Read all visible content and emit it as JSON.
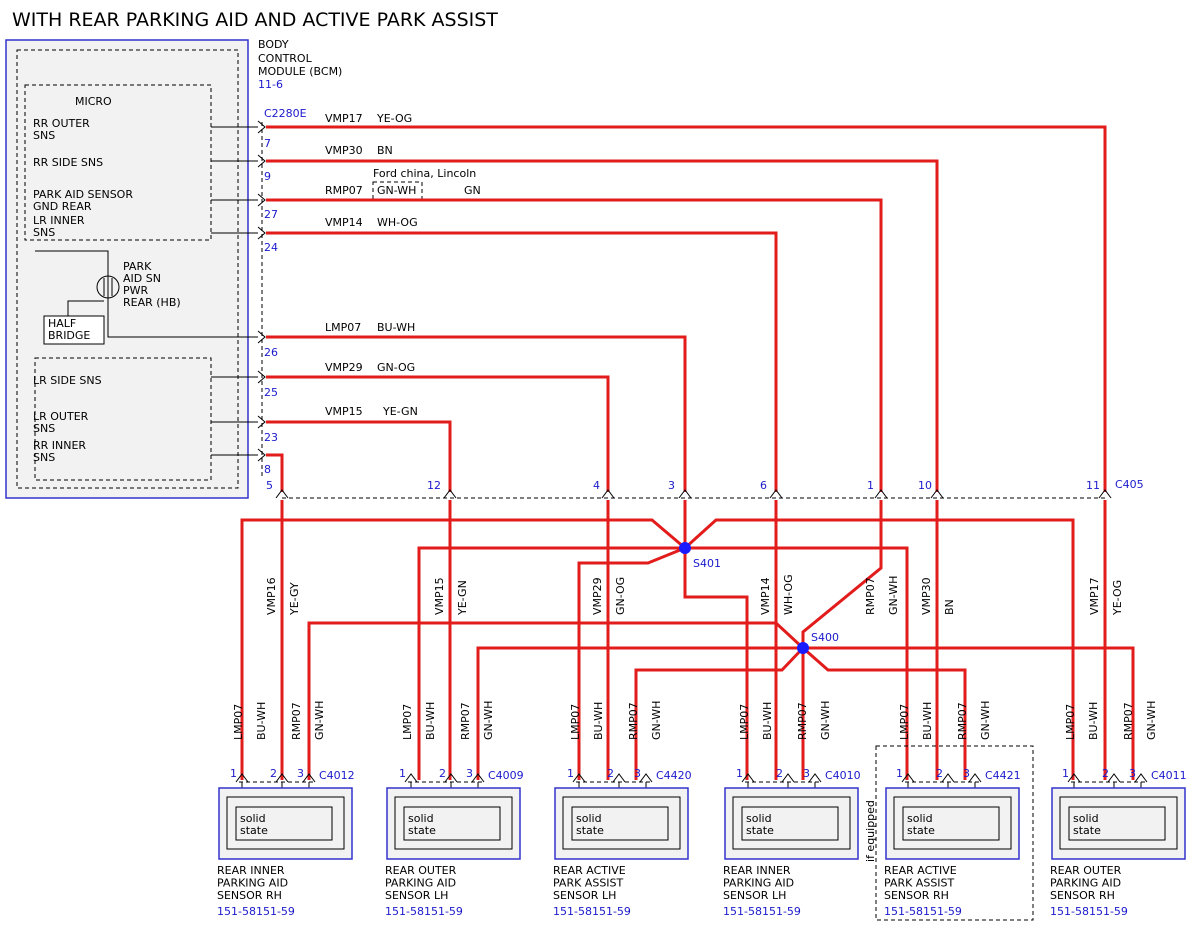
{
  "title": "WITH REAR PARKING AID AND ACTIVE PARK ASSIST",
  "bcm": {
    "name_lines": [
      "BODY",
      "CONTROL",
      "MODULE (BCM)"
    ],
    "ref": "11-6",
    "micro_label": "MICRO",
    "connector": "C2280E",
    "inputs": [
      {
        "lines": [
          "RR OUTER",
          "SNS"
        ]
      },
      {
        "lines": [
          "RR SIDE SNS"
        ]
      },
      {
        "lines": [
          "PARK AID SENSOR",
          "GND REAR"
        ]
      },
      {
        "lines": [
          "LR INNER",
          "SNS"
        ]
      },
      {
        "lines": [
          "LR SIDE SNS"
        ]
      },
      {
        "lines": [
          "LR OUTER",
          "SNS"
        ]
      },
      {
        "lines": [
          "RR INNER",
          "SNS"
        ]
      }
    ],
    "power_lines": [
      "PARK",
      "AID SN",
      "PWR",
      "REAR (HB)"
    ],
    "half_bridge_lines": [
      "HALF",
      "BRIDGE"
    ]
  },
  "wires": [
    {
      "pin": "7",
      "circuit": "VMP17",
      "color": "YE-OG"
    },
    {
      "pin": "9",
      "circuit": "VMP30",
      "color": "BN"
    },
    {
      "pin": "27",
      "circuit": "RMP07",
      "color": "GN",
      "alt_note": "Ford china, Lincoln",
      "alt_color": "GN-WH"
    },
    {
      "pin": "24",
      "circuit": "VMP14",
      "color": "WH-OG"
    },
    {
      "pin": "26",
      "circuit": "LMP07",
      "color": "BU-WH"
    },
    {
      "pin": "25",
      "circuit": "VMP29",
      "color": "GN-OG"
    },
    {
      "pin": "23",
      "circuit": "VMP15",
      "color": "YE-GN"
    },
    {
      "pin": "8",
      "circuit": "",
      "color": ""
    }
  ],
  "c405": {
    "name": "C405",
    "pins": [
      "5",
      "12",
      "4",
      "3",
      "6",
      "1",
      "10",
      "11"
    ]
  },
  "splices": [
    "S401",
    "S400"
  ],
  "vertical_labels": [
    {
      "circuit": "VMP16",
      "color": "YE-GY"
    },
    {
      "circuit": "VMP15",
      "color": "YE-GN"
    },
    {
      "circuit": "VMP29",
      "color": "GN-OG"
    },
    {
      "circuit": "VMP14",
      "color": "WH-OG"
    },
    {
      "circuit": "RMP07",
      "color": "GN-WH"
    },
    {
      "circuit": "VMP30",
      "color": "BN"
    },
    {
      "circuit": "VMP17",
      "color": "YE-OG"
    }
  ],
  "sensors": [
    {
      "connector": "C4012",
      "wires": [
        "LMP07",
        "BU-WH",
        "RMP07",
        "GN-WH"
      ],
      "pins": [
        "1",
        "2",
        "3"
      ],
      "inner": [
        "solid",
        "state"
      ],
      "name_lines": [
        "REAR INNER",
        "PARKING AID",
        "SENSOR RH"
      ],
      "part": "151-58151-59",
      "optional": false
    },
    {
      "connector": "C4009",
      "wires": [
        "LMP07",
        "BU-WH",
        "RMP07",
        "GN-WH"
      ],
      "pins": [
        "1",
        "2",
        "3"
      ],
      "inner": [
        "solid",
        "state"
      ],
      "name_lines": [
        "REAR OUTER",
        "PARKING AID",
        "SENSOR LH"
      ],
      "part": "151-58151-59",
      "optional": false
    },
    {
      "connector": "C4420",
      "wires": [
        "LMP07",
        "BU-WH",
        "RMP07",
        "GN-WH"
      ],
      "pins": [
        "1",
        "2",
        "3"
      ],
      "inner": [
        "solid",
        "state"
      ],
      "name_lines": [
        "REAR ACTIVE",
        "PARK ASSIST",
        "SENSOR LH"
      ],
      "part": "151-58151-59",
      "optional": true
    },
    {
      "connector": "C4010",
      "wires": [
        "LMP07",
        "BU-WH",
        "RMP07",
        "GN-WH"
      ],
      "pins": [
        "1",
        "2",
        "3"
      ],
      "inner": [
        "solid",
        "state"
      ],
      "name_lines": [
        "REAR INNER",
        "PARKING AID",
        "SENSOR LH"
      ],
      "part": "151-58151-59",
      "optional": false
    },
    {
      "connector": "C4421",
      "wires": [
        "LMP07",
        "BU-WH",
        "RMP07",
        "GN-WH"
      ],
      "pins": [
        "1",
        "2",
        "3"
      ],
      "inner": [
        "solid",
        "state"
      ],
      "name_lines": [
        "REAR ACTIVE",
        "PARK ASSIST",
        "SENSOR RH"
      ],
      "part": "151-58151-59",
      "optional": true
    },
    {
      "connector": "C4011",
      "wires": [
        "LMP07",
        "BU-WH",
        "RMP07",
        "GN-WH"
      ],
      "pins": [
        "1",
        "2",
        "3"
      ],
      "inner": [
        "solid",
        "state"
      ],
      "name_lines": [
        "REAR OUTER",
        "PARKING AID",
        "SENSOR RH"
      ],
      "part": "151-58151-59",
      "optional": false
    }
  ],
  "optional_note": "if equipped",
  "colors": {
    "wire": "#e21b1b",
    "ref_text": "#1a1acc",
    "splice": "#1a1aff",
    "module_border": "#3333cc",
    "module_fill": "#f2f2f2"
  }
}
